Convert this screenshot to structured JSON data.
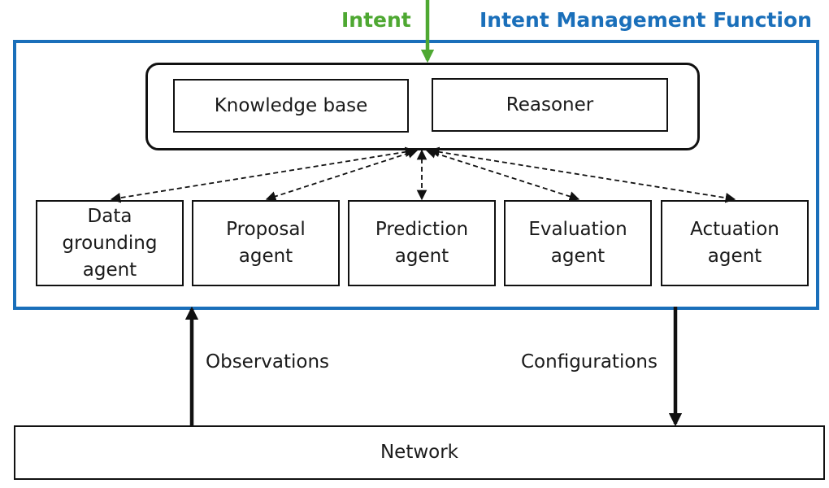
{
  "labels": {
    "intent": "Intent",
    "imf_title": "Intent Management Function",
    "knowledge_base": "Knowledge base",
    "reasoner": "Reasoner",
    "observations": "Observations",
    "configurations": "Configurations",
    "network": "Network"
  },
  "agents": [
    "Data\ngrounding\nagent",
    "Proposal\nagent",
    "Prediction\nagent",
    "Evaluation\nagent",
    "Actuation\nagent"
  ],
  "colors": {
    "intent_green": "#4ea832",
    "imf_blue": "#1a6fba",
    "line_black": "#111111"
  }
}
